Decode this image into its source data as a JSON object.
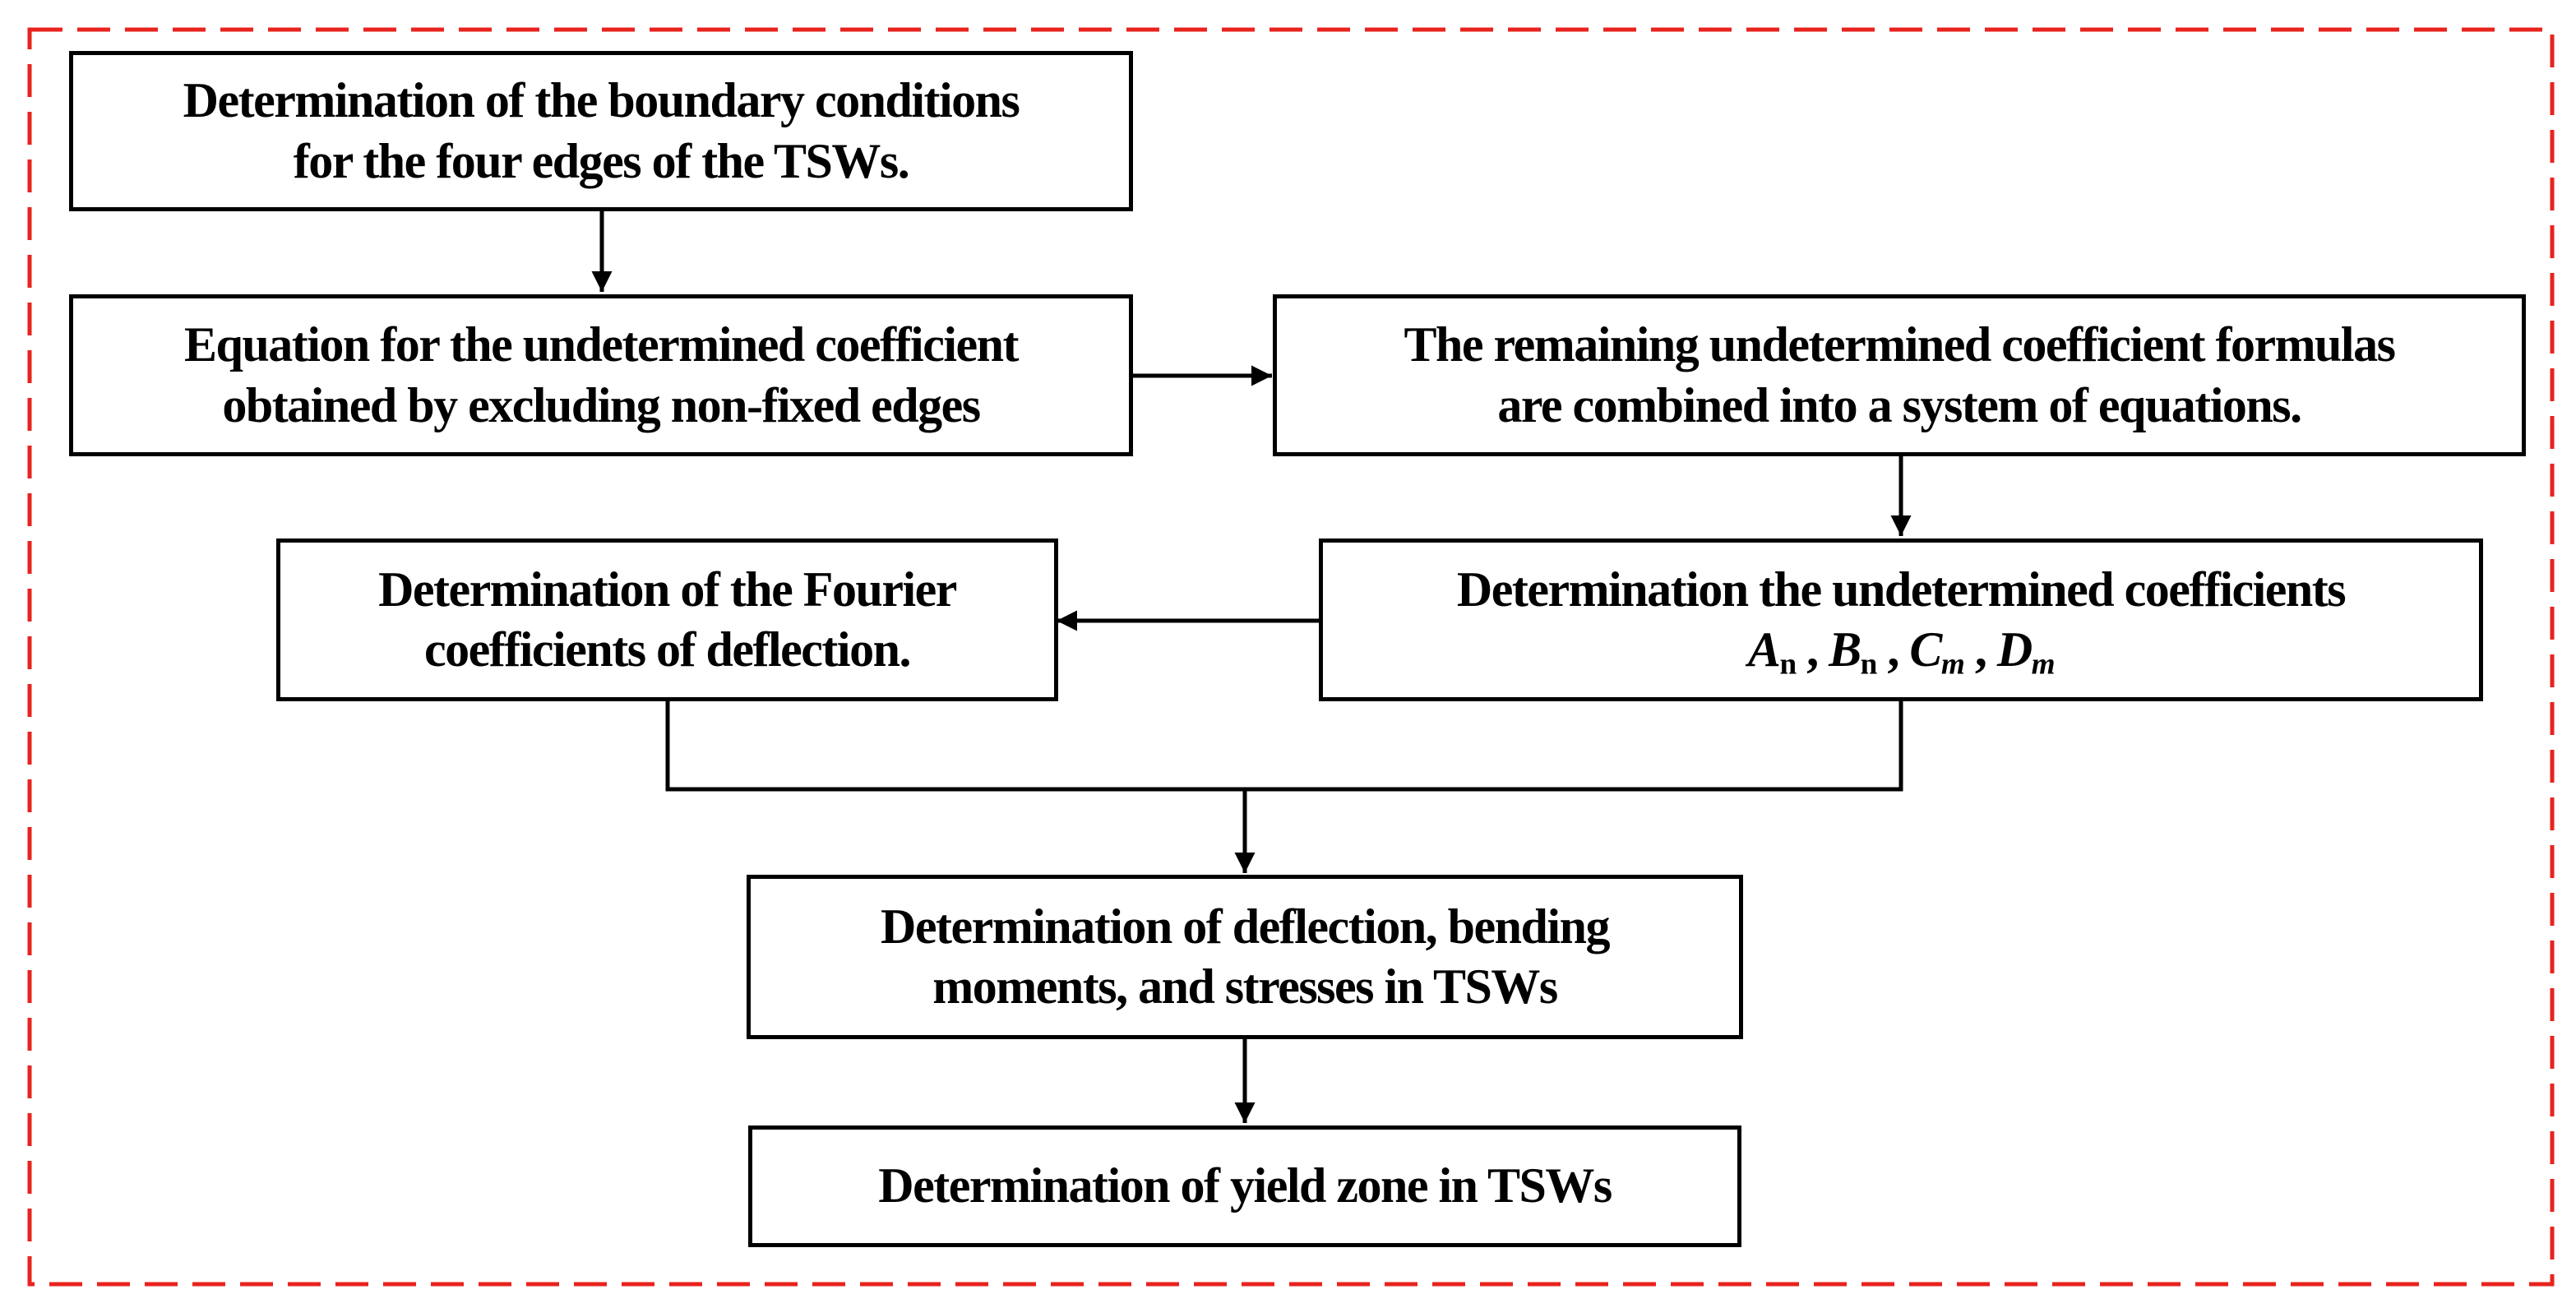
{
  "diagram": {
    "border_color": "#e8231e",
    "line_color": "#000000",
    "nodes": {
      "boundary": {
        "lines": [
          "Determination of the boundary conditions",
          "for the four edges of the TSWs."
        ]
      },
      "equation": {
        "lines": [
          "Equation for the undetermined coefficient",
          "obtained by excluding non-fixed edges"
        ]
      },
      "remaining": {
        "lines": [
          "The remaining undetermined coefficient formulas",
          "are combined into a system of equations."
        ]
      },
      "fourier": {
        "lines": [
          "Determination of the Fourier",
          "coefficients of deflection."
        ]
      },
      "undetermined": {
        "line1": "Determination the undetermined coefficients",
        "coefficients": {
          "a": "A",
          "a_sub": "n",
          "b": "B",
          "b_sub": "n",
          "c": "C",
          "c_sub": "m",
          "d": "D",
          "d_sub": "m",
          "sep": " , "
        }
      },
      "deflection": {
        "lines": [
          "Determination of deflection, bending",
          "moments, and stresses in TSWs"
        ]
      },
      "yield": {
        "lines": [
          "Determination of yield zone in TSWs"
        ]
      }
    }
  }
}
